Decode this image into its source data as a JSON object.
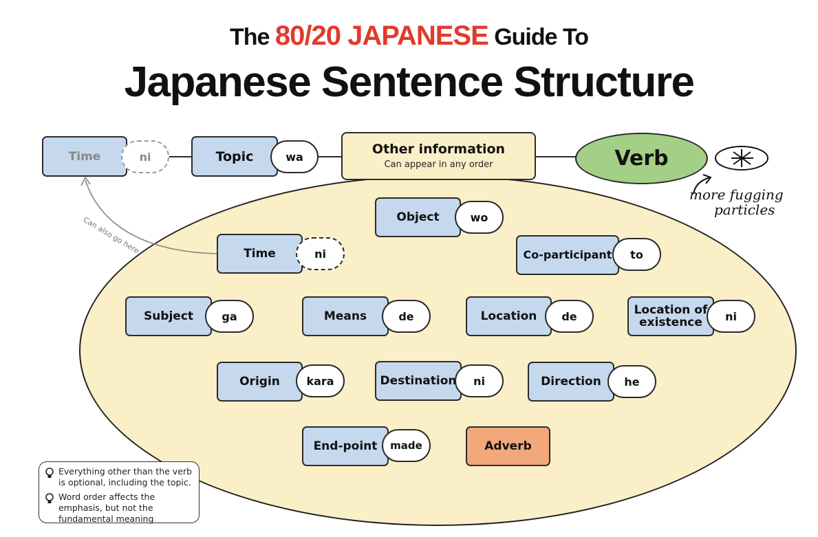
{
  "title": {
    "prefix": "The",
    "brand": "80/20 JAPANESE",
    "suffix": "Guide To",
    "main": "Japanese Sentence Structure"
  },
  "top_row": {
    "time": {
      "label": "Time",
      "particle": "ni"
    },
    "topic": {
      "label": "Topic",
      "particle": "wa"
    },
    "other_info": {
      "title": "Other information",
      "subtitle": "Can appear in any order"
    },
    "verb": "Verb"
  },
  "arrow_label": "Can also go here",
  "elements": {
    "object": {
      "label": "Object",
      "particle": "wo"
    },
    "time": {
      "label": "Time",
      "particle": "ni"
    },
    "co_participant": {
      "label": "Co-participant",
      "particle": "to"
    },
    "subject": {
      "label": "Subject",
      "particle": "ga"
    },
    "means": {
      "label": "Means",
      "particle": "de"
    },
    "location": {
      "label": "Location",
      "particle": "de"
    },
    "location_existence": {
      "label": "Location of existence",
      "particle": "ni"
    },
    "origin": {
      "label": "Origin",
      "particle": "kara"
    },
    "destination": {
      "label": "Destination",
      "particle": "ni"
    },
    "direction": {
      "label": "Direction",
      "particle": "he"
    },
    "end_point": {
      "label": "End-point",
      "particle": "made"
    },
    "adverb": "Adverb"
  },
  "handwritten": {
    "line1": "more fugging",
    "line2": "particles"
  },
  "notes": [
    "Everything other than the verb is optional, including the topic.",
    "Word order affects the emphasis, but not the fundamental meaning"
  ],
  "colors": {
    "brand": "#e23a2c",
    "box_blue": "#c5d8ee",
    "ellipse_cream": "#fbefc7",
    "verb_green": "#a4cf87",
    "adverb_orange": "#f2a87a"
  }
}
